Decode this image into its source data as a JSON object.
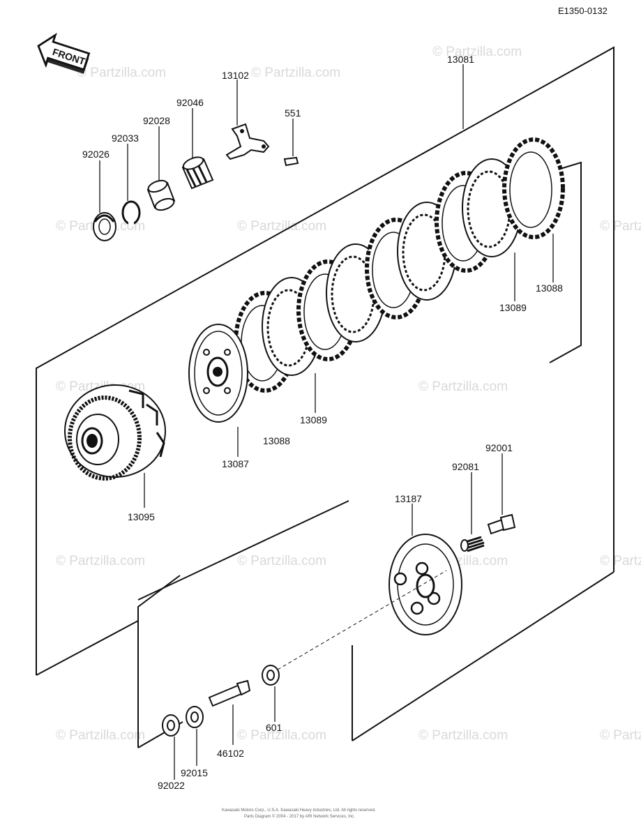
{
  "diagram_code": "E1350-0132",
  "front_label": "FRONT",
  "watermark": "© Partzilla.com",
  "footer_lines": [
    "Kawasaki Motors Corp., U.S.A. Kawasaki Heavy Industries, Ltd. All rights reserved.",
    "Parts Diagram © 2004 - 2017 by ARI Network Services, Inc."
  ],
  "part_labels": {
    "p13081": "13081",
    "p13102": "13102",
    "p551": "551",
    "p92046": "92046",
    "p92028": "92028",
    "p92033": "92033",
    "p92026": "92026",
    "p13088a": "13088",
    "p13089a": "13089",
    "p13089b": "13089",
    "p13088b": "13088",
    "p13087": "13087",
    "p13095": "13095",
    "p92001": "92001",
    "p92081": "92081",
    "p13187": "13187",
    "p601": "601",
    "p46102": "46102",
    "p92015": "92015",
    "p92022": "92022"
  }
}
